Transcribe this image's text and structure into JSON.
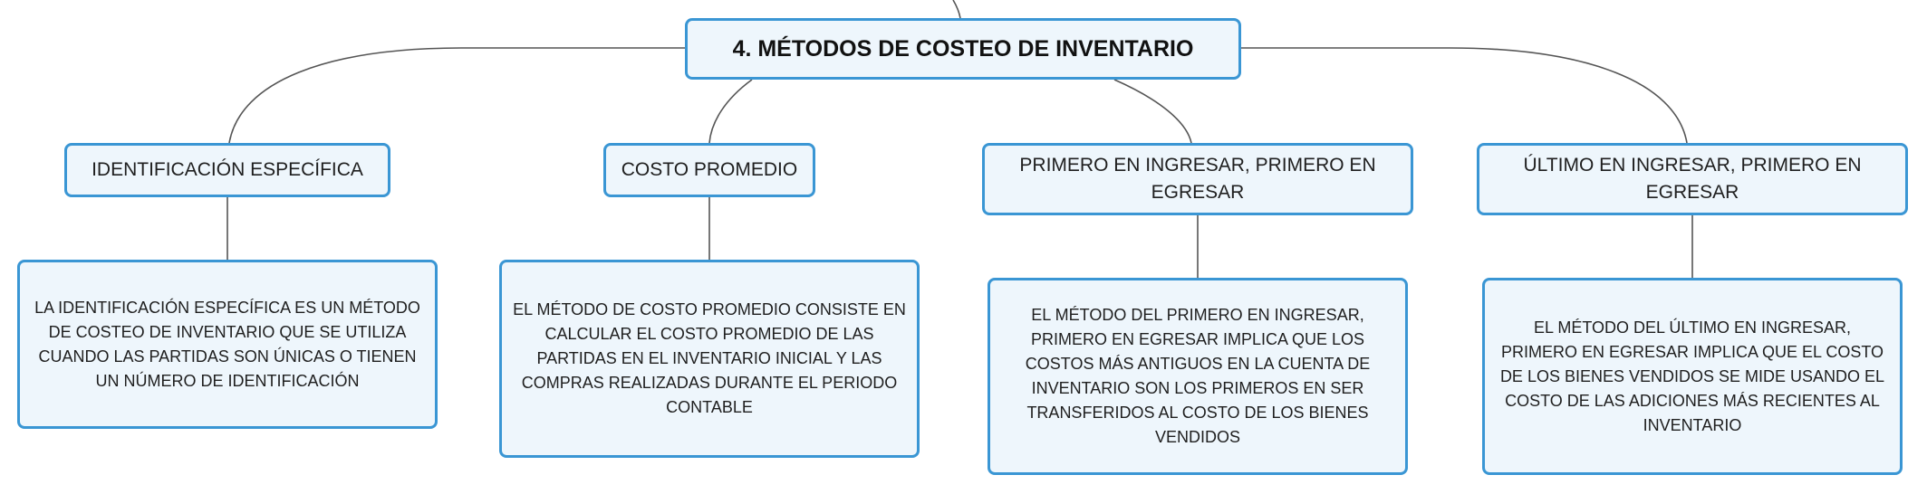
{
  "colors": {
    "border": "#3a96d4",
    "fill": "#eef6fc",
    "line": "#555555"
  },
  "root": {
    "label": "4. MÉTODOS DE COSTEO DE INVENTARIO"
  },
  "topics": [
    {
      "label": "IDENTIFICACIÓN ESPECÍFICA"
    },
    {
      "label": "COSTO PROMEDIO"
    },
    {
      "label": "PRIMERO EN INGRESAR, PRIMERO EN EGRESAR"
    },
    {
      "label": "ÚLTIMO EN INGRESAR, PRIMERO EN EGRESAR"
    }
  ],
  "descriptions": [
    {
      "text": "LA IDENTIFICACIÓN ESPECÍFICA ES UN MÉTODO DE COSTEO DE INVENTARIO QUE SE UTILIZA CUANDO LAS PARTIDAS SON ÚNICAS O TIENEN UN NÚMERO DE IDENTIFICACIÓN"
    },
    {
      "text": "EL MÉTODO DE COSTO PROMEDIO CONSISTE EN CALCULAR EL COSTO PROMEDIO DE LAS PARTIDAS EN EL INVENTARIO INICIAL Y LAS COMPRAS REALIZADAS DURANTE EL PERIODO CONTABLE"
    },
    {
      "text": "EL MÉTODO DEL PRIMERO EN INGRESAR, PRIMERO EN EGRESAR IMPLICA QUE LOS COSTOS MÁS ANTIGUOS EN LA CUENTA DE INVENTARIO SON LOS PRIMEROS EN SER TRANSFERIDOS AL COSTO DE LOS BIENES VENDIDOS"
    },
    {
      "text": "EL MÉTODO DEL ÚLTIMO EN INGRESAR, PRIMERO EN EGRESAR IMPLICA QUE EL COSTO DE LOS BIENES VENDIDOS SE MIDE USANDO EL COSTO DE LAS ADICIONES MÁS RECIENTES AL INVENTARIO"
    }
  ]
}
